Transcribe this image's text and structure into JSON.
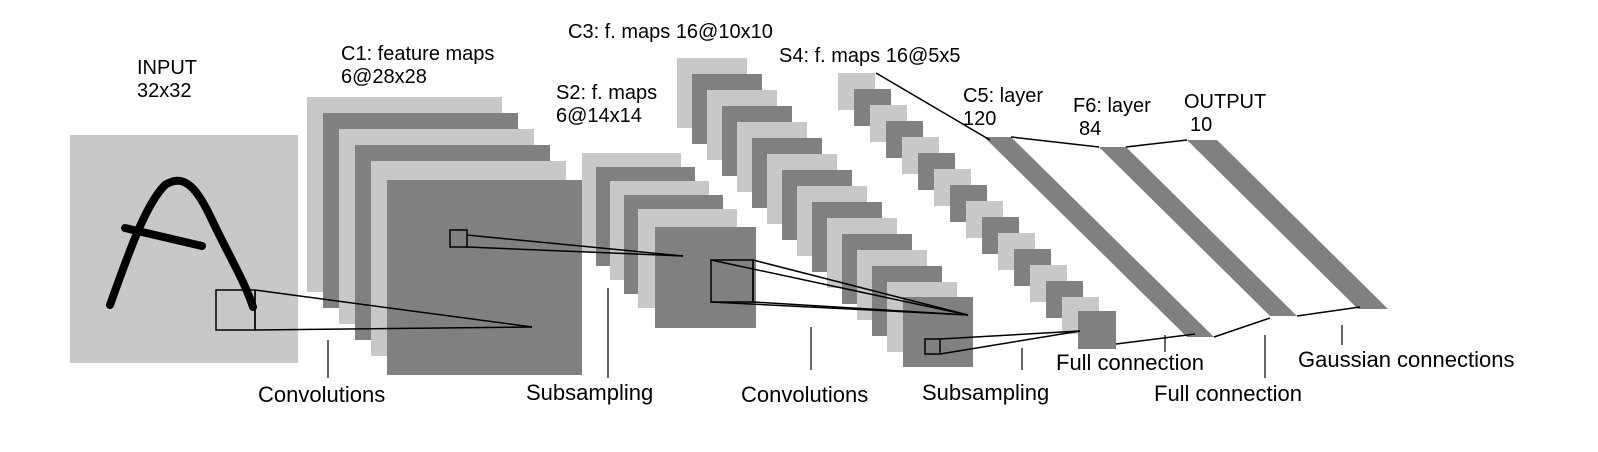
{
  "colors": {
    "light_gray": "#c8c8c8",
    "dark_gray": "#808080",
    "stroke": "#000000",
    "background": "#ffffff"
  },
  "layers": {
    "input": {
      "name": "INPUT",
      "size": "32x32"
    },
    "c1": {
      "name": "C1: feature maps",
      "size": "6@28x28"
    },
    "s2": {
      "name": "S2: f. maps",
      "size": "6@14x14"
    },
    "c3": {
      "name": "C3: f. maps 16@10x10"
    },
    "s4": {
      "name": "S4: f. maps 16@5x5"
    },
    "c5": {
      "name": "C5: layer",
      "size": "120"
    },
    "f6": {
      "name": "F6: layer",
      "size": "84"
    },
    "output": {
      "name": "OUTPUT",
      "size": "10"
    }
  },
  "operations": [
    {
      "label": "Convolutions"
    },
    {
      "label": "Subsampling"
    },
    {
      "label": "Convolutions"
    },
    {
      "label": "Subsampling"
    },
    {
      "label": "Full connection"
    },
    {
      "label": "Full connection"
    },
    {
      "label": "Gaussian connections"
    }
  ],
  "input_glyph": {
    "character": "A",
    "icon": "handwritten-letter-a-icon"
  }
}
